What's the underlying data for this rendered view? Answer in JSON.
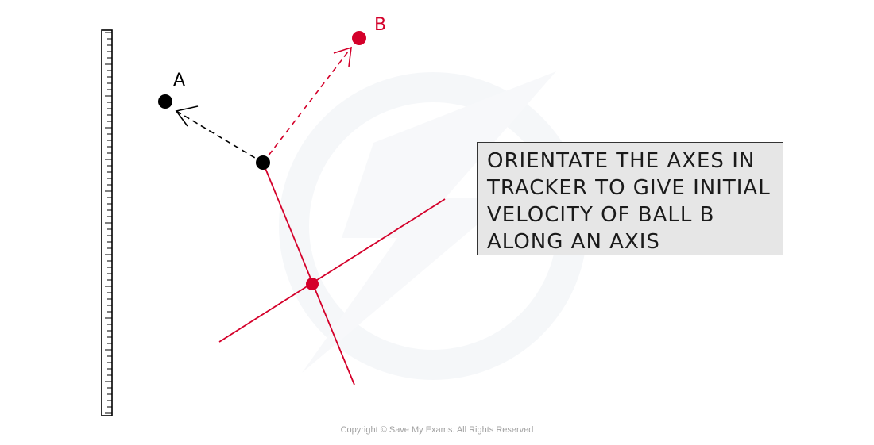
{
  "labels": {
    "point_a": "A",
    "point_b": "B"
  },
  "note": {
    "lines": [
      "ORIENTATE THE AXES IN",
      "TRACKER TO  GIVE INITIAL",
      "VELOCITY OF BALL B",
      "ALONG AN AXIS"
    ]
  },
  "copyright": "Copyright © Save My Exams. All Rights Reserved",
  "colors": {
    "red": "#d4002a",
    "black": "#000000",
    "note_background": "#e6e6e6",
    "watermark": "#eef1f5"
  },
  "icons": {
    "watermark": "save-my-exams-logo-watermark"
  }
}
